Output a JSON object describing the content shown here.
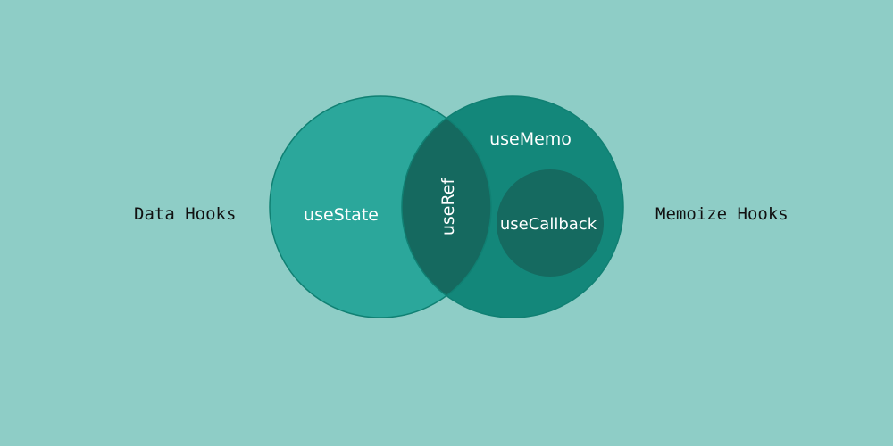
{
  "labels": {
    "left": "Data Hooks",
    "right": "Memoize Hooks"
  },
  "sets": {
    "left": "useState",
    "intersection": "useRef",
    "right": "useMemo",
    "inner": "useCallback"
  },
  "colors": {
    "background": "#8ecdc6",
    "left_circle": "#2ba79b",
    "right_circle": "#13877a",
    "overlap": "#15695f",
    "inner_circle": "#156a60",
    "circle_stroke": "#108073"
  }
}
